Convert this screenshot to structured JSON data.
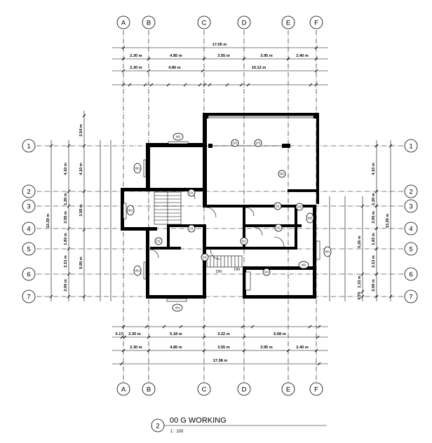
{
  "drawing": {
    "number": "2",
    "title": "00 G WORKING",
    "scale": "1 : 100"
  },
  "grid_columns": [
    "A",
    "B",
    "C",
    "D",
    "E",
    "F"
  ],
  "grid_rows": [
    "1",
    "2",
    "3",
    "4",
    "5",
    "6",
    "7"
  ],
  "dimensions_top": {
    "overall": "17.05 m",
    "row1": [
      "2.30 m",
      "4.85 m",
      "3.55 m",
      "3.95 m",
      "2.40 m"
    ],
    "row2": [
      "2.30 m",
      "4.80 m",
      "10.12 m"
    ]
  },
  "dimensions_bottom": {
    "row1": [
      "0.17",
      "2.30 m",
      "5.18 m",
      "3.22 m",
      "6.68 m"
    ],
    "row2": [
      "2.30 m",
      "4.85 m",
      "3.55 m",
      "3.95 m",
      "2.40 m"
    ],
    "overall": "17.38 m"
  },
  "dimensions_left": {
    "outer": "13.30 m",
    "top_extension": "2.54 m",
    "segments": [
      "4.10 m",
      "1.20 m",
      "2.05 m",
      "1.83 m",
      "2.13 m",
      "2.00 m"
    ],
    "mid": [
      "4.10 m",
      "3.59 m",
      "5.95 m"
    ]
  },
  "dimensions_right": {
    "outer": "13.30 m",
    "segments": [
      "4.10 m",
      "1.20 m",
      "2.05 m",
      "1.83 m",
      "2.13 m",
      "2.00 m"
    ],
    "mid": [
      "6.26 m",
      "1.33 m",
      "0.75"
    ]
  },
  "window_tags": [
    "W1",
    "W1",
    "W1",
    "W1",
    "W2",
    "W1",
    "W1",
    "W2"
  ],
  "door_tags": [
    "D1",
    "D1",
    "D1",
    "D1",
    "D2",
    "D1",
    "D1",
    "D3",
    "D3",
    "D4",
    "D5",
    "D6"
  ],
  "stair_labels": [
    "DN",
    "DN"
  ]
}
